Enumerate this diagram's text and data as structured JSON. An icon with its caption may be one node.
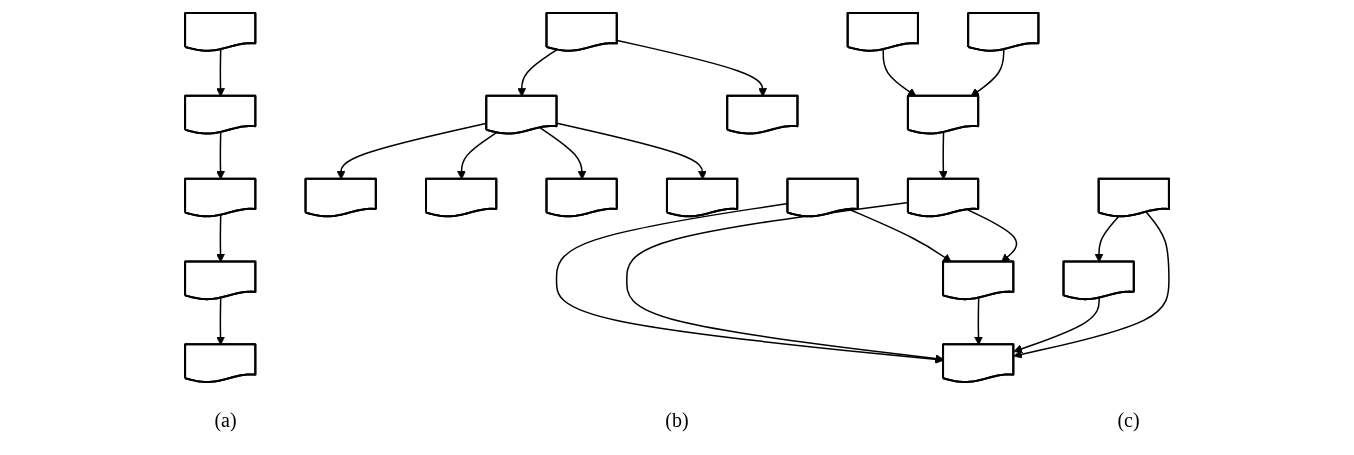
{
  "diagram": {
    "nodes": [
      {
        "text": [],
        "shape": "document"
      },
      {
        "text": [],
        "shape": "document"
      },
      {
        "text": [],
        "shape": "document"
      },
      {
        "text": [],
        "shape": "document"
      },
      {
        "text": [],
        "shape": "document"
      },
      {
        "text": [],
        "shape": "document"
      },
      {
        "text": [],
        "shape": "document"
      },
      {
        "text": [],
        "shape": "document"
      },
      {
        "text": [],
        "shape": "document"
      },
      {
        "text": [],
        "shape": "document"
      },
      {
        "text": [],
        "shape": "document"
      },
      {
        "text": [],
        "shape": "document"
      },
      {
        "text": [],
        "shape": "document"
      },
      {
        "text": [],
        "shape": "document"
      },
      {
        "text": [],
        "shape": "document"
      },
      {
        "text": [],
        "shape": "document"
      },
      {
        "text": [],
        "shape": "document"
      },
      {
        "text": [],
        "shape": "document"
      },
      {
        "text": [],
        "shape": "document"
      },
      {
        "text": [],
        "shape": "document"
      },
      {
        "text": [],
        "shape": "document"
      }
    ],
    "edges": [
      {
        "from": 0,
        "to": 1,
        "arrow": "to"
      },
      {
        "from": 1,
        "to": 2,
        "arrow": "to"
      },
      {
        "from": 2,
        "to": 3,
        "arrow": "to"
      },
      {
        "from": 3,
        "to": 4,
        "arrow": "to"
      },
      {
        "from": 5,
        "to": 6,
        "arrow": "to"
      },
      {
        "from": 5,
        "to": 7,
        "arrow": "to"
      },
      {
        "from": 6,
        "to": 8,
        "arrow": "to"
      },
      {
        "from": 6,
        "to": 9,
        "arrow": "to"
      },
      {
        "from": 6,
        "to": 10,
        "arrow": "to"
      },
      {
        "from": 6,
        "to": 11,
        "arrow": "to"
      },
      {
        "from": 12,
        "to": 15,
        "arrow": "to"
      },
      {
        "from": 12,
        "to": 19,
        "arrow": "to"
      },
      {
        "from": 16,
        "to": 15,
        "arrow": "to"
      },
      {
        "from": 18,
        "to": 16,
        "arrow": "to"
      },
      {
        "from": 16,
        "to": 19,
        "arrow": "to"
      },
      {
        "from": 15,
        "to": 19,
        "arrow": "to"
      },
      {
        "from": 14,
        "to": 18,
        "arrow": "to"
      },
      {
        "from": 13,
        "to": 18,
        "arrow": "to"
      },
      {
        "from": 17,
        "to": 19,
        "arrow": "to"
      },
      {
        "from": 20,
        "to": 19,
        "arrow": "to"
      },
      {
        "from": 20,
        "to": 17,
        "arrow": "to"
      }
    ],
    "labels": [
      "(a)",
      "(b)",
      "(c)"
    ]
  }
}
